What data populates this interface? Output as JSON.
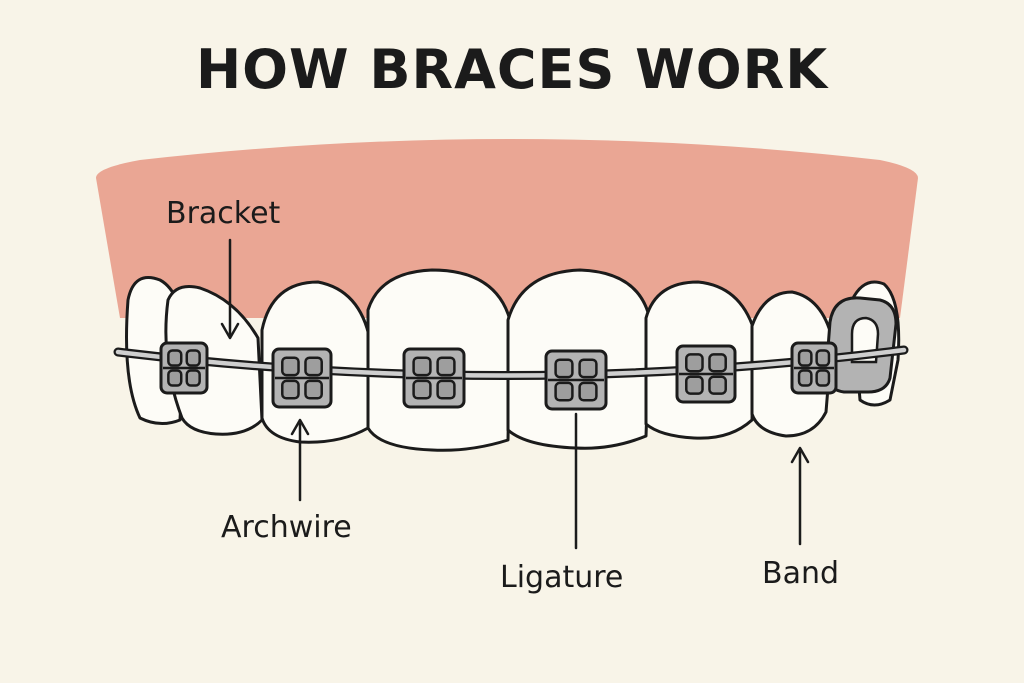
{
  "title": "HOW BRACES WORK",
  "labels": {
    "bracket": "Bracket",
    "archwire": "Archwire",
    "ligature": "Ligature",
    "band": "Band"
  },
  "colors": {
    "background": "#f8f4e8",
    "gum": "#eaa694",
    "tooth": "#fdfcf7",
    "outline": "#1b1b1b",
    "bracket": "#b3b3b3",
    "bracket_dark": "#8a8a8a",
    "wire": "#cfcfcf"
  }
}
